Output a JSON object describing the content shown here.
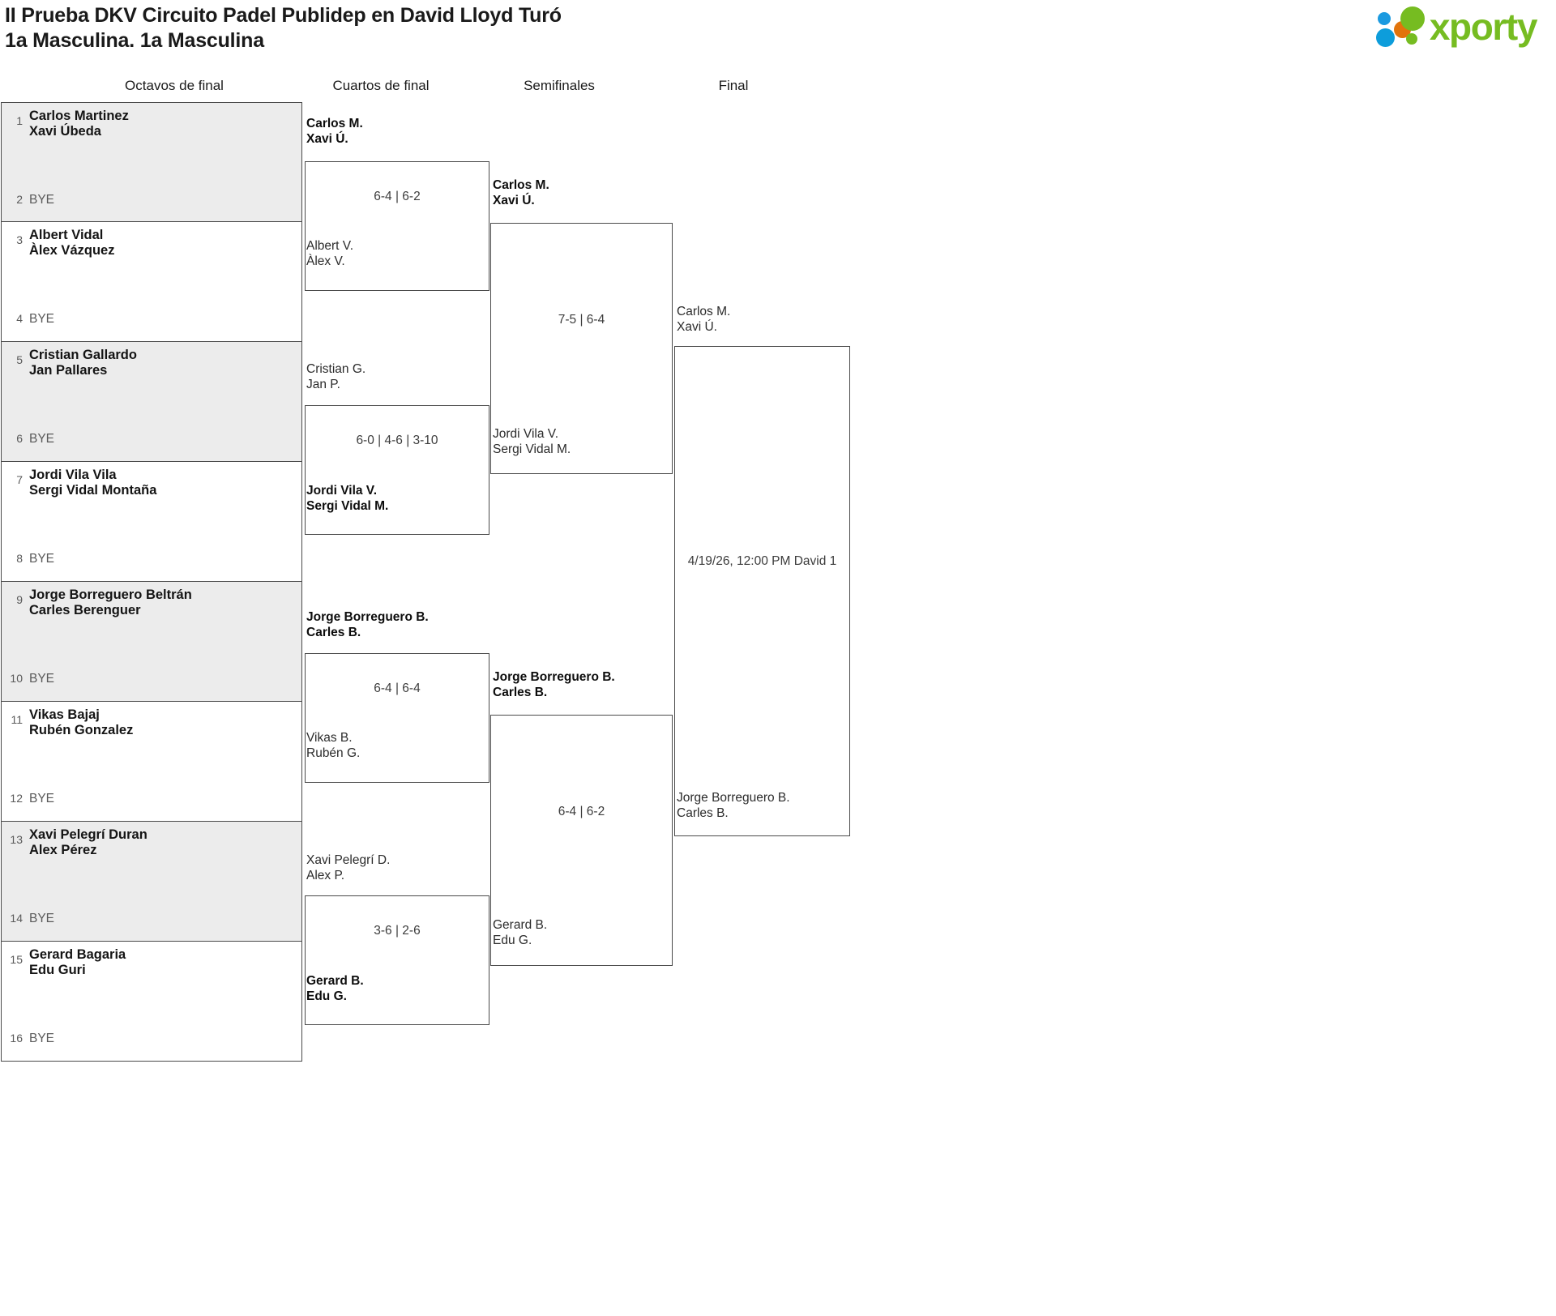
{
  "header": {
    "title_line1": "II Prueba DKV Circuito Padel Publidep en David Lloyd Turó",
    "title_line2": "1a Masculina. 1a Masculina",
    "logo_text": "xporty"
  },
  "rounds": [
    {
      "label": "Octavos de final"
    },
    {
      "label": "Cuartos de final"
    },
    {
      "label": "Semifinales"
    },
    {
      "label": "Final"
    }
  ],
  "round1": [
    {
      "seed_top": "1",
      "top_p1": "Carlos Martinez",
      "top_p2": "Xavi Úbeda",
      "seed_bot": "2",
      "bottom_label": "BYE",
      "shaded": true
    },
    {
      "seed_top": "3",
      "top_p1": "Albert Vidal",
      "top_p2": "Àlex Vázquez",
      "seed_bot": "4",
      "bottom_label": "BYE",
      "shaded": false
    },
    {
      "seed_top": "5",
      "top_p1": "Cristian Gallardo",
      "top_p2": "Jan Pallares",
      "seed_bot": "6",
      "bottom_label": "BYE",
      "shaded": true
    },
    {
      "seed_top": "7",
      "top_p1": "Jordi Vila Vila",
      "top_p2": "Sergi Vidal Montaña",
      "seed_bot": "8",
      "bottom_label": "BYE",
      "shaded": false
    },
    {
      "seed_top": "9",
      "top_p1": "Jorge Borreguero Beltrán",
      "top_p2": "Carles Berenguer",
      "seed_bot": "10",
      "bottom_label": "BYE",
      "shaded": true
    },
    {
      "seed_top": "11",
      "top_p1": "Vikas Bajaj",
      "top_p2": "Rubén Gonzalez",
      "seed_bot": "12",
      "bottom_label": "BYE",
      "shaded": false
    },
    {
      "seed_top": "13",
      "top_p1": "Xavi Pelegrí Duran",
      "top_p2": "Alex Pérez",
      "seed_bot": "14",
      "bottom_label": "BYE",
      "shaded": true
    },
    {
      "seed_top": "15",
      "top_p1": "Gerard Bagaria",
      "top_p2": "Edu Guri",
      "seed_bot": "16",
      "bottom_label": "BYE",
      "shaded": false
    }
  ],
  "round2": [
    {
      "top_p1": "Carlos M.",
      "top_p2": "Xavi Ú.",
      "top_winner": true,
      "bot_p1": "Albert V.",
      "bot_p2": "Àlex V.",
      "bot_winner": false,
      "score": "6-4 | 6-2"
    },
    {
      "top_p1": "Cristian G.",
      "top_p2": "Jan P.",
      "top_winner": false,
      "bot_p1": "Jordi Vila V.",
      "bot_p2": "Sergi Vidal M.",
      "bot_winner": true,
      "score": "6-0 | 4-6 | 3-10"
    },
    {
      "top_p1": "Jorge Borreguero B.",
      "top_p2": "Carles B.",
      "top_winner": true,
      "bot_p1": "Vikas B.",
      "bot_p2": "Rubén G.",
      "bot_winner": false,
      "score": "6-4 | 6-4"
    },
    {
      "top_p1": "Xavi Pelegrí D.",
      "top_p2": "Alex P.",
      "top_winner": false,
      "bot_p1": "Gerard B.",
      "bot_p2": "Edu G.",
      "bot_winner": true,
      "score": "3-6 | 2-6"
    }
  ],
  "round3": [
    {
      "top_p1": "Carlos M.",
      "top_p2": "Xavi Ú.",
      "top_winner": true,
      "bot_p1": "Jordi Vila V.",
      "bot_p2": "Sergi Vidal M.",
      "bot_winner": false,
      "score": "7-5 | 6-4"
    },
    {
      "top_p1": "Jorge Borreguero B.",
      "top_p2": "Carles B.",
      "top_winner": true,
      "bot_p1": "Gerard B.",
      "bot_p2": "Edu G.",
      "bot_winner": false,
      "score": "6-4 | 6-2"
    }
  ],
  "round4": [
    {
      "top_p1": "Carlos M.",
      "top_p2": "Xavi Ú.",
      "top_winner": false,
      "bot_p1": "Jorge Borreguero B.",
      "bot_p2": "Carles B.",
      "bot_winner": false,
      "meta": "4/19/26, 12:00 PM David 1"
    }
  ]
}
